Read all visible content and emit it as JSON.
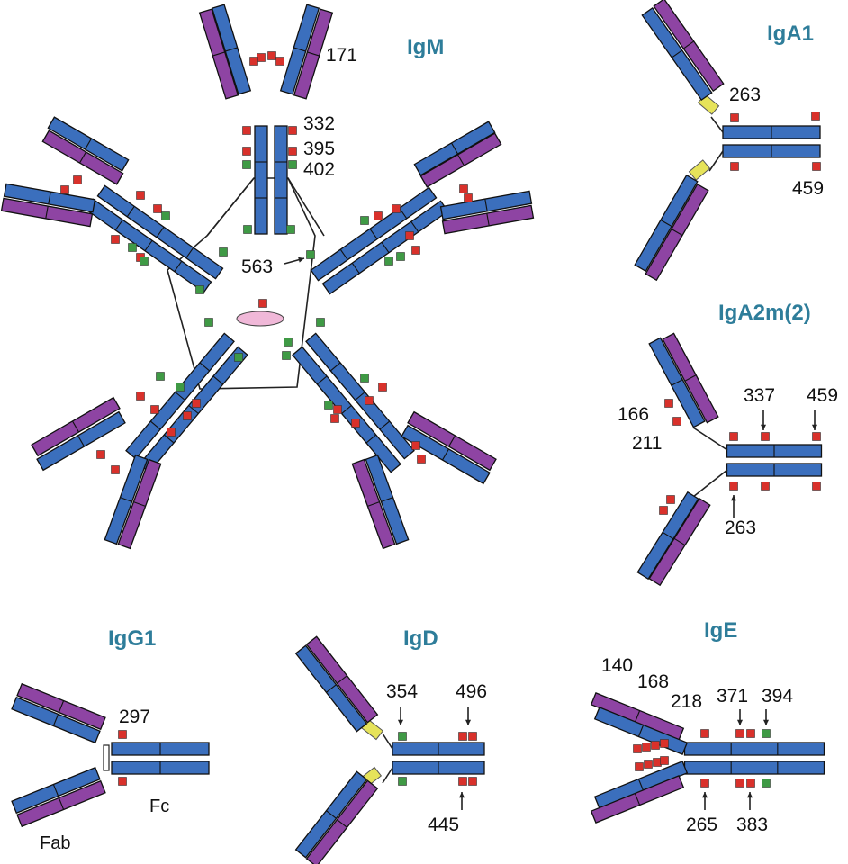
{
  "colors": {
    "heavy": "#3b6fbd",
    "light": "#8e44a3",
    "hinge": "#e6e35a",
    "glycan_red": "#d9312b",
    "glycan_green": "#3f9a45",
    "jchain": "#f0b8d8",
    "title": "#2e7d9a"
  },
  "icons": {
    "red_glycan": "red-square-icon",
    "green_glycan": "green-square-icon"
  },
  "diagrams": {
    "igm": {
      "title": "IgM",
      "labels": {
        "l171": "171",
        "l332": "332",
        "l395": "395",
        "l402": "402",
        "l563": "563"
      }
    },
    "iga1": {
      "title": "IgA1",
      "labels": {
        "l263": "263",
        "l459": "459"
      }
    },
    "iga2": {
      "title": "IgA2m(2)",
      "labels": {
        "l166": "166",
        "l211": "211",
        "l337": "337",
        "l459": "459",
        "l263": "263"
      }
    },
    "igg1": {
      "title": "IgG1",
      "labels": {
        "l297": "297",
        "fc": "Fc",
        "fab": "Fab"
      }
    },
    "igd": {
      "title": "IgD",
      "labels": {
        "l354": "354",
        "l496": "496",
        "l445": "445"
      }
    },
    "ige": {
      "title": "IgE",
      "labels": {
        "l140": "140",
        "l168": "168",
        "l218": "218",
        "l371": "371",
        "l394": "394",
        "l265": "265",
        "l383": "383"
      }
    }
  }
}
